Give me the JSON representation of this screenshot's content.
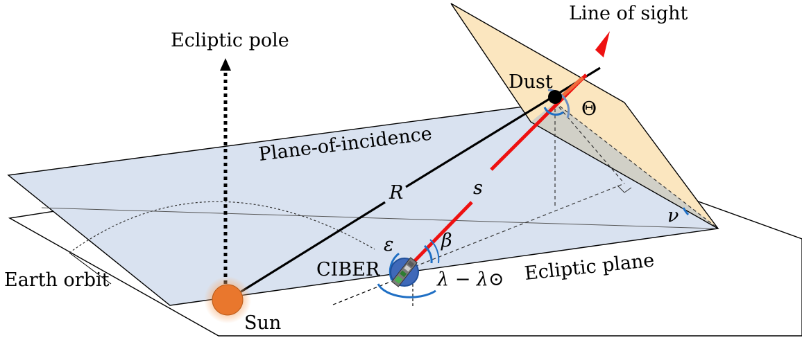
{
  "labels": {
    "ecliptic_pole": "Ecliptic pole",
    "line_of_sight": "Line of sight",
    "dust": "Dust",
    "theta": "Θ",
    "plane_of_incidence": "Plane-of-incidence",
    "R": "R",
    "s": "s",
    "nu": "ν",
    "epsilon": "ε",
    "beta": "β",
    "ciber": "CIBER",
    "ecliptic_plane": "Ecliptic plane",
    "earth_orbit": "Earth orbit",
    "sun": "Sun",
    "lambda_diff": "λ − λ⊙"
  },
  "colors": {
    "incidence_plane_fill": "#d9e2f0",
    "dust_plane_fill": "#fbe6bf",
    "dust_plane_shadow": "#c9cbc8",
    "line_of_sight": "#ee1111",
    "sun": "#e9772d",
    "sun_glow": "#f6b07a",
    "ciber_ring": "#1f6fc4",
    "ciber_body": "#3f69b9",
    "theta_arc": "#6a8fc4"
  }
}
